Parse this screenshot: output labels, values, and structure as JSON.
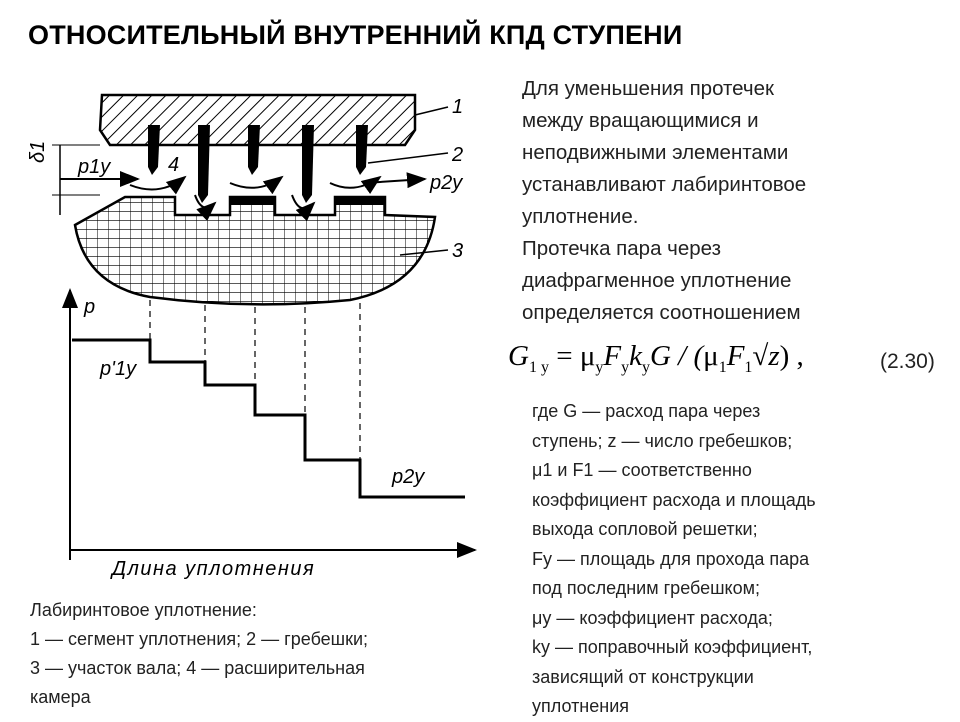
{
  "title": "ОТНОСИТЕЛЬНЫЙ ВНУТРЕННИЙ КПД СТУПЕНИ",
  "intro_lines": [
    "Для уменьшения протечек",
    "между вращающимися и",
    "неподвижными элементами",
    "устанавливают лабиринтовое",
    "уплотнение.",
    "Протечка пара через",
    "диафрагменное уплотнение",
    "определяется соотношением"
  ],
  "formula": {
    "lhs": "G",
    "lhs_sub": "1 y",
    "eq": " = ",
    "mu": "μ",
    "mu_sub": "y",
    "F": "F",
    "F_sub": "y",
    "k": "k",
    "k_sub": "y",
    "rest": "G / (",
    "mu1": "μ",
    "mu1_sub": "1",
    "F1": "F",
    "F1_sub": "1",
    "root": "√z",
    "close": ") ,",
    "number": "(2.30)"
  },
  "definitions": [
    "где G — расход пара через",
    "ступень; z — число гребешков;",
    "μ1 и F1 — соответственно",
    "коэффициент расхода и площадь",
    "выхода сопловой решетки;",
    "Fy — площадь для прохода пара",
    "под последним гребешком;",
    "μy — коэффициент расхода;",
    " ky — поправочный коэффициент,",
    "зависящий от конструкции",
    "уплотнения"
  ],
  "caption_lines": [
    "Лабиринтовое уплотнение:",
    "1 — сегмент уплотнения; 2 — гребешки;",
    "3 — участок вала; 4 — расширительная",
    "камера"
  ],
  "figure": {
    "label_1": "1",
    "label_2": "2",
    "label_3": "3",
    "label_4": "4",
    "delta": "δ1",
    "p1y_top": "p1y",
    "p2y_top": "p2y",
    "p_axis": "p",
    "p1y_graph": "p'1y",
    "p2y_graph": "p2y",
    "x_axis": "Длина уплотнения"
  }
}
